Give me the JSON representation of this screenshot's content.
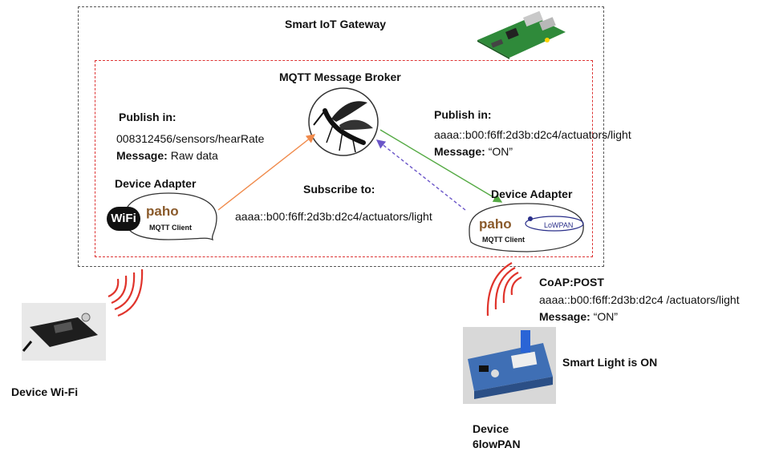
{
  "gateway": {
    "title": "Smart IoT Gateway"
  },
  "broker": {
    "title": "MQTT Message Broker"
  },
  "left_publish": {
    "label": "Publish in:",
    "topic": "008312456/sensors/hearRate",
    "message_key": "Message:",
    "message_value": " Raw data"
  },
  "right_publish": {
    "label": "Publish in:",
    "topic": "aaaa::b00:f6ff:2d3b:d2c4/actuators/light",
    "message_key": "Message:",
    "message_value": " “ON”"
  },
  "subscribe": {
    "label": "Subscribe to:",
    "topic": "aaaa::b00:f6ff:2d3b:d2c4/actuators/light"
  },
  "left_adapter": {
    "title": "Device Adapter",
    "badge": "WiFi",
    "logo": "paho",
    "client": "MQTT Client"
  },
  "right_adapter": {
    "title": "Device Adapter",
    "logo": "paho",
    "client": "MQTT Client",
    "badge": "LoWPAN"
  },
  "coap": {
    "label": "CoAP:POST",
    "topic": "aaaa::b00:f6ff:2d3b:d2c4 /actuators/light",
    "message_key": "Message:",
    "message_value": " “ON”"
  },
  "smart_light": {
    "status": "Smart Light is ON"
  },
  "device_wifi": {
    "label": "Device Wi-Fi"
  },
  "device_6lowpan": {
    "line1": "Device",
    "line2": "6lowPAN"
  },
  "colors": {
    "outer_border": "#555555",
    "inner_border": "#dd3333",
    "publish_arrow": "#f08a4b",
    "forward_arrow": "#55aa44",
    "subscribe_arrow": "#6a55c8",
    "radio_waves": "#e0342c"
  }
}
